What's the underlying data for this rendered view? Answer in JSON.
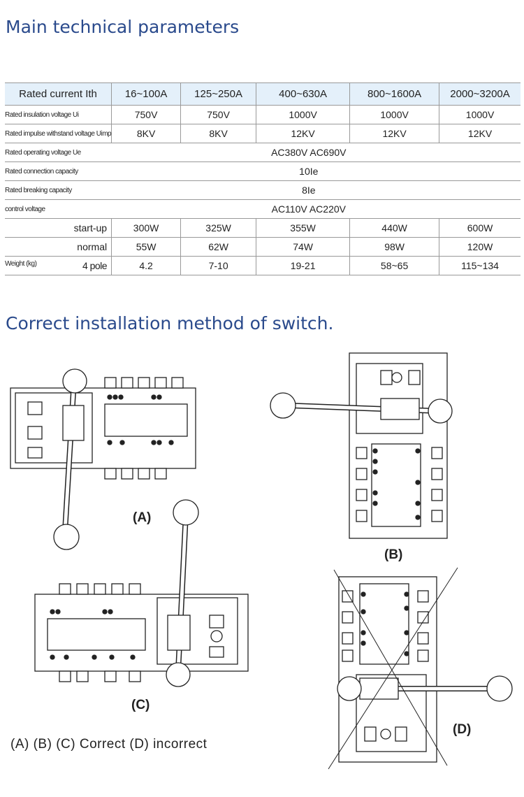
{
  "section1_title": "Main technical parameters",
  "table": {
    "header": [
      "Rated current Ith",
      "16~100A",
      "125~250A",
      "400~630A",
      "800~1600A",
      "2000~3200A"
    ],
    "rows": {
      "ui": {
        "label": "Rated insulation voltage Ui",
        "values": [
          "750V",
          "750V",
          "1000V",
          "1000V",
          "1000V"
        ]
      },
      "uimp": {
        "label": "Rated impulse withstand voltage Uimp",
        "values": [
          "8KV",
          "8KV",
          "12KV",
          "12KV",
          "12KV"
        ]
      },
      "ue": {
        "label": "Rated operating voltage Ue",
        "value": "AC380V  AC690V"
      },
      "conn": {
        "label": "Rated connection capacity",
        "value": "10Ie"
      },
      "brk": {
        "label": "Rated breaking capacity",
        "value": "8Ie"
      },
      "ctrl": {
        "label": "control voltage",
        "value": "AC110V  AC220V"
      },
      "start": {
        "label": "start-up",
        "values": [
          "300W",
          "325W",
          "355W",
          "440W",
          "600W"
        ]
      },
      "normal": {
        "label": "normal",
        "values": [
          "55W",
          "62W",
          "74W",
          "98W",
          "120W"
        ]
      },
      "weight": {
        "label": "Weight (kg)",
        "sublabel": "4 pole",
        "values": [
          "4.2",
          "7-10",
          "19-21",
          "58~65",
          "115~134"
        ]
      }
    }
  },
  "section2_title": "Correct installation method of switch.",
  "figures": {
    "a": "(A)",
    "b": "(B)",
    "c": "(C)",
    "d": "(D)"
  },
  "caption": "(A) (B) (C) Correct (D) incorrect"
}
